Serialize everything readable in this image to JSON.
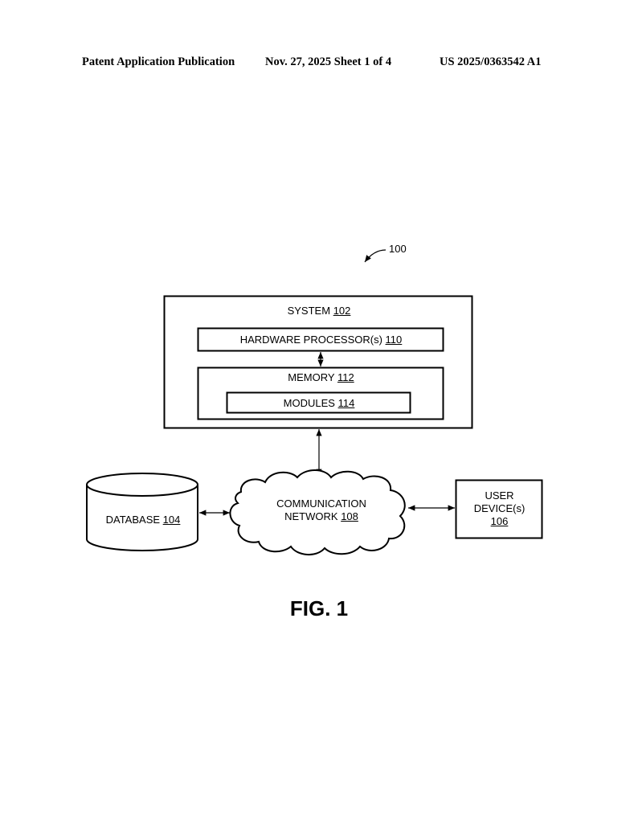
{
  "header": {
    "publication": "Patent Application Publication",
    "date_sheet": "Nov. 27, 2025  Sheet 1 of 4",
    "number": "US 2025/0363542 A1"
  },
  "diagram": {
    "ref": "100",
    "system": {
      "label": "SYSTEM",
      "ref": "102"
    },
    "processor": {
      "label": "HARDWARE PROCESSOR(s)",
      "ref": "110"
    },
    "memory": {
      "label": "MEMORY",
      "ref": "112"
    },
    "modules": {
      "label": "MODULES",
      "ref": "114"
    },
    "database": {
      "label": "DATABASE",
      "ref": "104"
    },
    "network": {
      "label_line1": "COMMUNICATION",
      "label_line2": "NETWORK",
      "ref": "108"
    },
    "user_device": {
      "label_line1": "USER",
      "label_line2": "DEVICE(s)",
      "ref": "106"
    }
  },
  "figure_label": "FIG. 1"
}
